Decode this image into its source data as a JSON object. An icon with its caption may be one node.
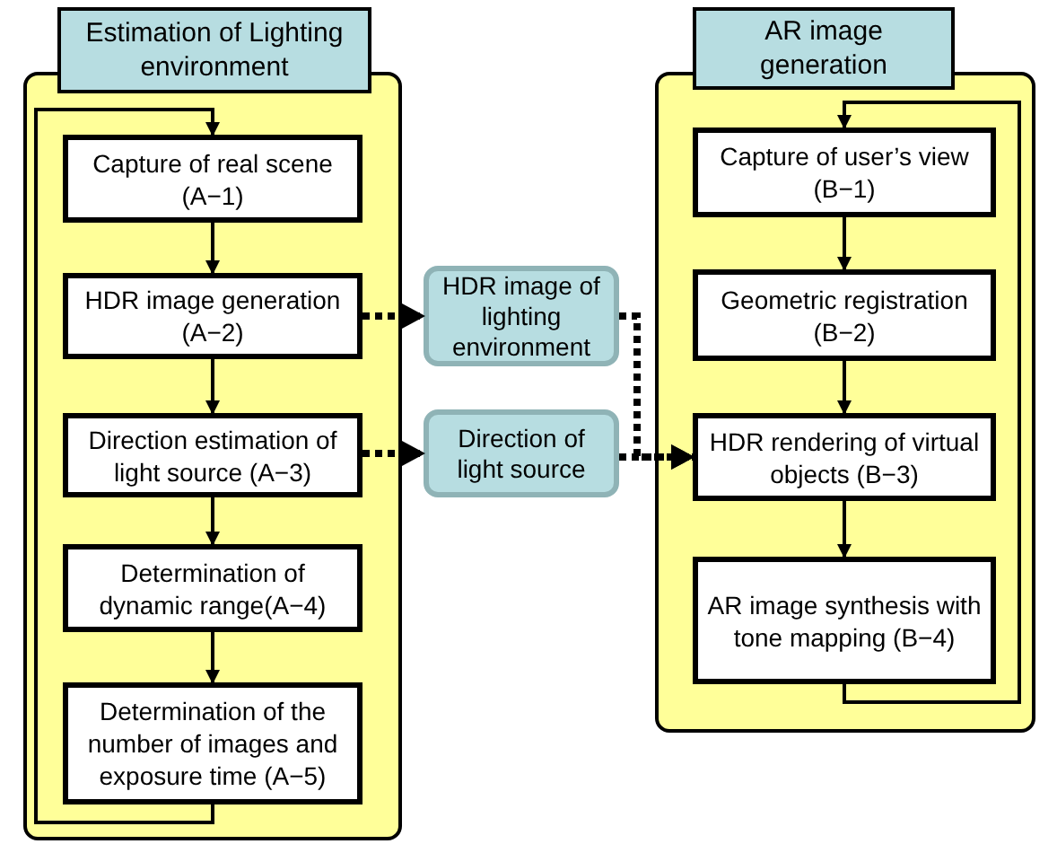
{
  "diagram": {
    "nodes": [
      {
        "text": [
          "Estimation of Lighting environment"
        ]
      },
      {
        "text": [
          "Capture of real scene (A−1)"
        ],
        "in": 0
      },
      {
        "text": [
          "HDR image generation (A−2)"
        ],
        "in": 0
      },
      {
        "text": [
          "Direction estimation of light source (A−3)"
        ],
        "in": 0
      },
      {
        "text": [
          "Determination of dynamic range(A−4)"
        ],
        "in": 0
      },
      {
        "text": [
          "Determination of the number of images and exposure time (A−5)"
        ],
        "in": 0
      },
      {
        "text": [
          "HDR image of lighting environment"
        ]
      },
      {
        "text": [
          "Direction of light source"
        ]
      },
      {
        "text": [
          "AR image generation"
        ]
      },
      {
        "text": [
          "Capture of user’s view (B−1)"
        ],
        "in": 8
      },
      {
        "text": [
          "Geometric registration (B−2)"
        ],
        "in": 8
      },
      {
        "text": [
          "HDR rendering of virtual objects (B−3)"
        ],
        "in": 8
      },
      {
        "text": [
          "AR image synthesis with tone mapping (B−4)"
        ],
        "in": 8
      }
    ],
    "edges": [
      {
        "from": 1,
        "to": 2,
        "arrow": "to"
      },
      {
        "from": 2,
        "to": 3,
        "arrow": "to"
      },
      {
        "from": 3,
        "to": 4,
        "arrow": "to"
      },
      {
        "from": 4,
        "to": 5,
        "arrow": "to"
      },
      {
        "from": 5,
        "to": 1,
        "arrow": "to"
      },
      {
        "from": 2,
        "to": 6,
        "arrow": "to",
        "style": "dashed"
      },
      {
        "from": 3,
        "to": 7,
        "arrow": "to",
        "style": "dashed"
      },
      {
        "from": 6,
        "to": 11,
        "arrow": "to",
        "style": "dashed"
      },
      {
        "from": 7,
        "to": 11,
        "arrow": "to",
        "style": "dashed"
      },
      {
        "from": 9,
        "to": 10,
        "arrow": "to"
      },
      {
        "from": 10,
        "to": 11,
        "arrow": "to"
      },
      {
        "from": 11,
        "to": 12,
        "arrow": "to"
      },
      {
        "from": 12,
        "to": 9,
        "arrow": "to"
      }
    ]
  }
}
